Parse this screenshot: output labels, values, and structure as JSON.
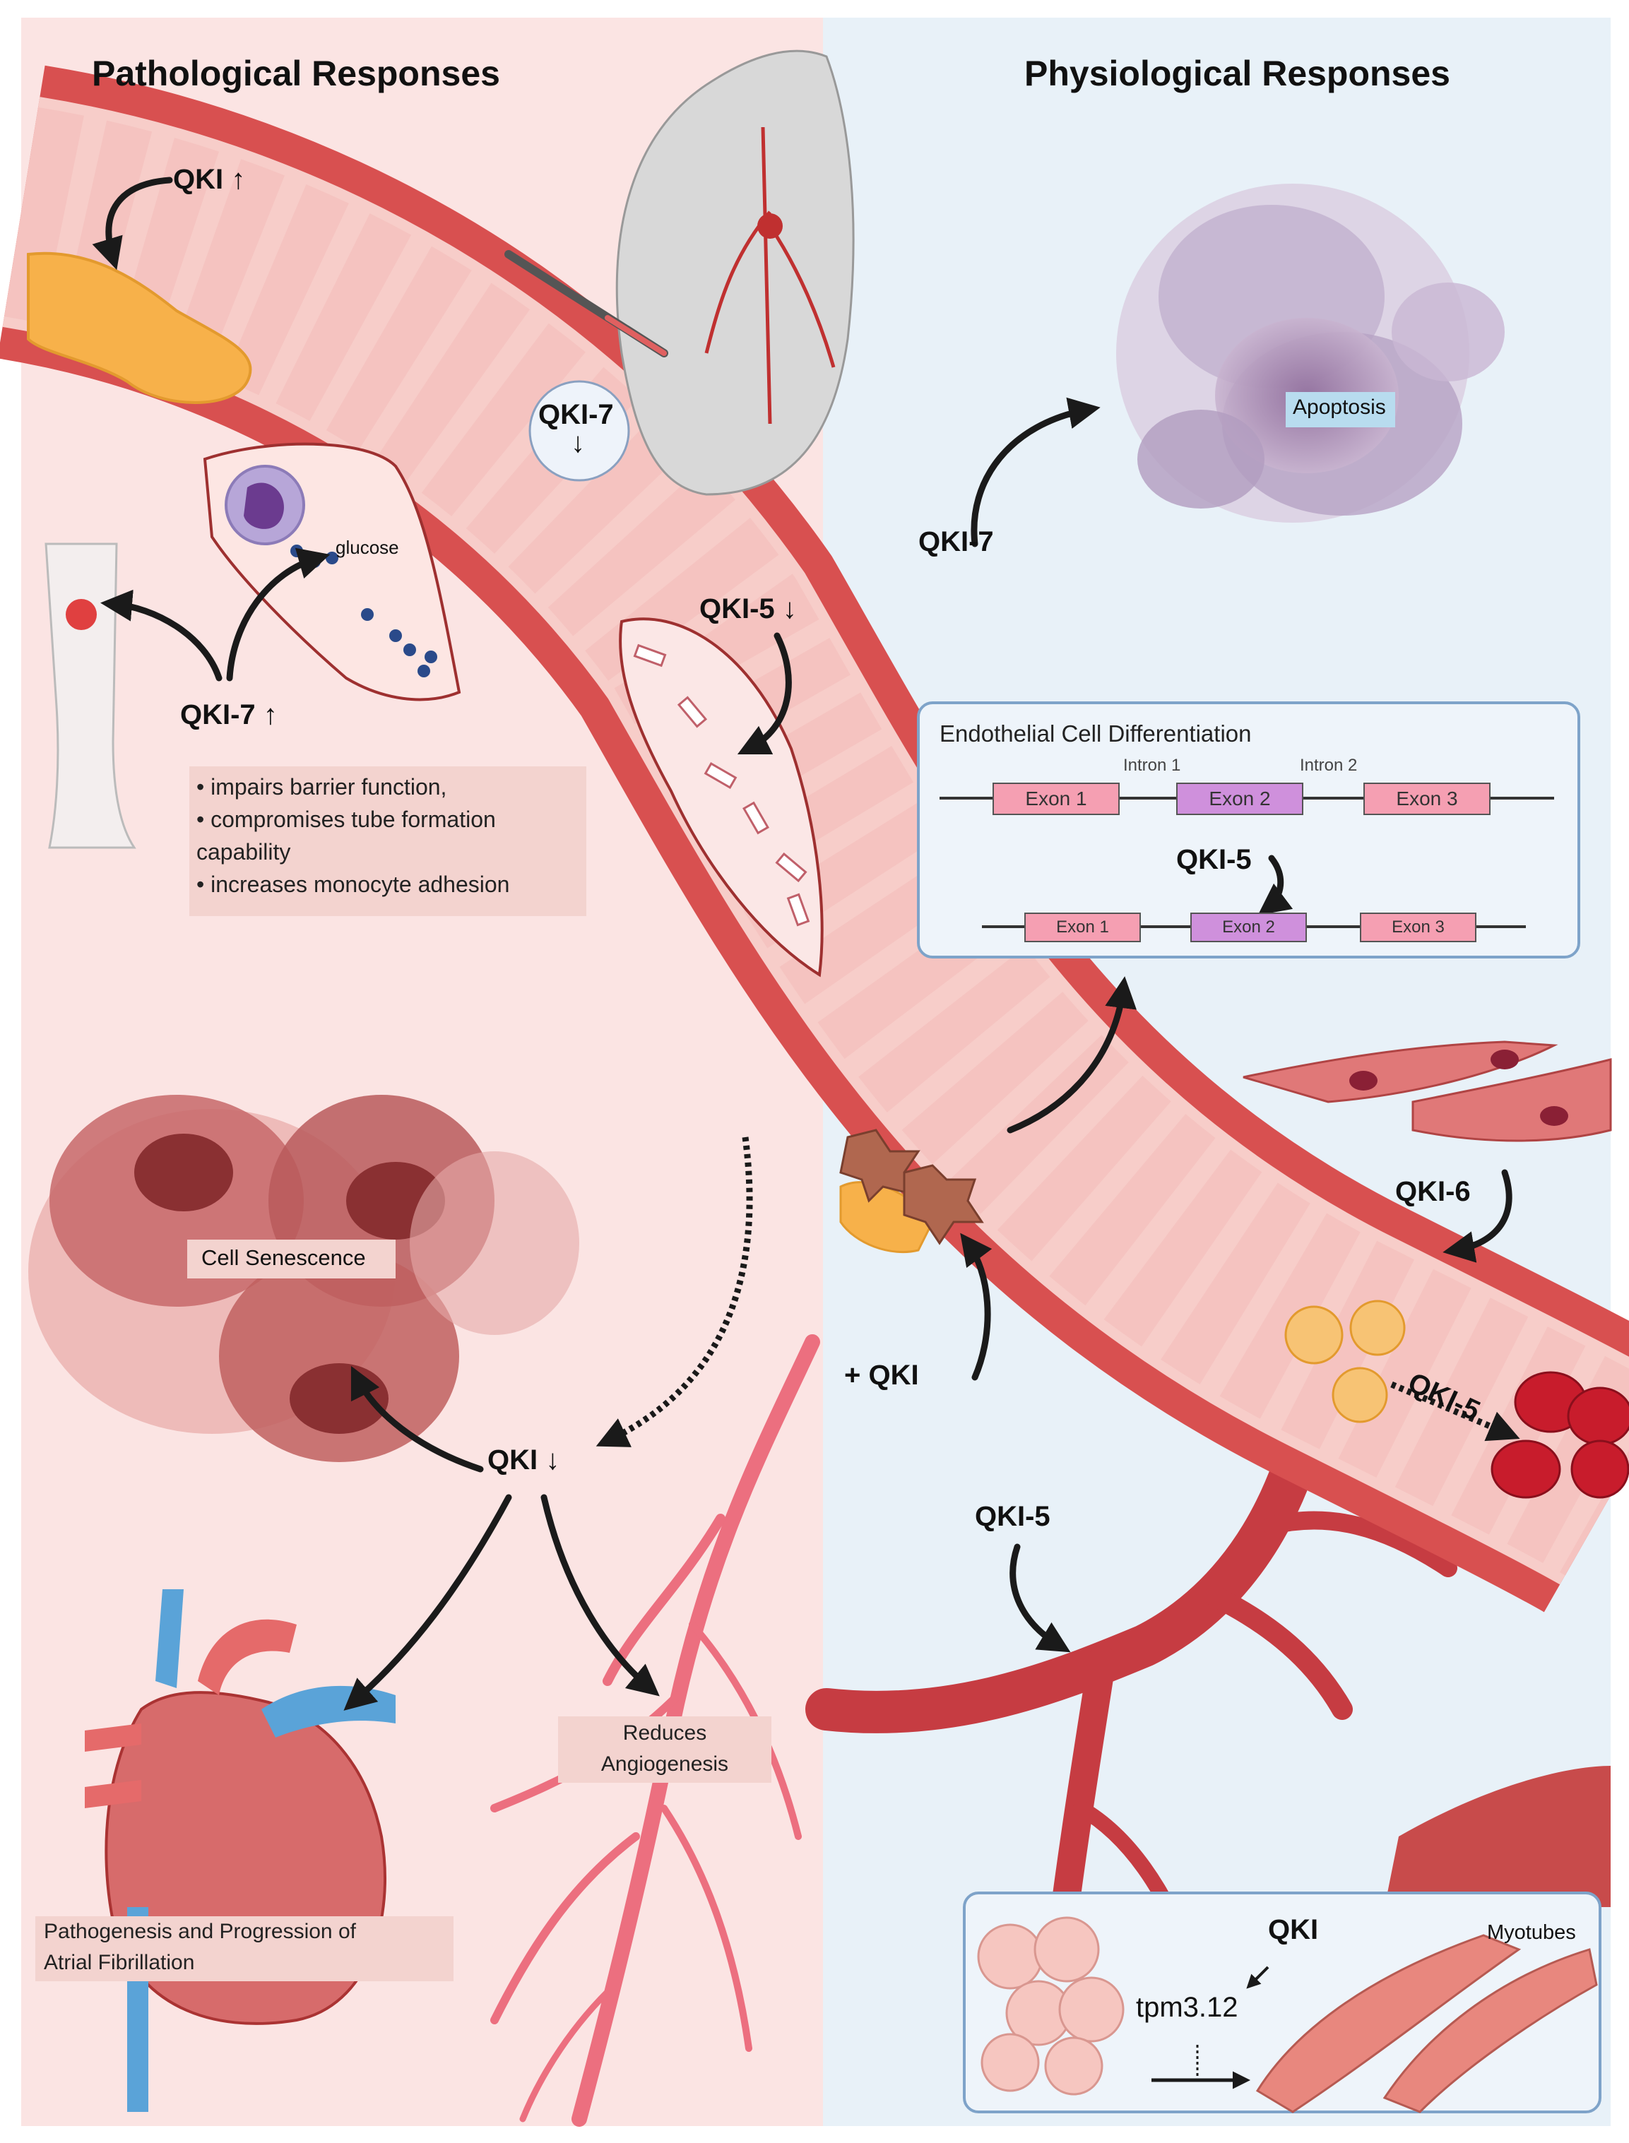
{
  "left_title": "Pathological Responses",
  "right_title": "Physiological Responses",
  "labels": {
    "qki_up_top": "QKI ↑",
    "qki7_mouse": "QKI-7",
    "qki7_mouse_arrow": "↓",
    "glucose": "glucose",
    "qki5_down": "QKI-5 ↓",
    "qki7_up": "QKI-7 ↑",
    "qki7_apoptosis": "QKI-7",
    "apoptosis": "Apoptosis",
    "cell_senescence": "Cell  Senescence",
    "qki_down": "QKI ↓",
    "plus_qki": "+ QKI",
    "qki6": "QKI-6",
    "qki5_rbc": "QKI-5",
    "qki5_vessel": "QKI-5",
    "reduces_angiogenesis_1": "Reduces",
    "reduces_angiogenesis_2": "Angiogenesis",
    "af_1": "Pathogenesis and Progression of",
    "af_2": "Atrial Fibrillation",
    "qki_myo": "QKI",
    "tpm": "tpm3.12",
    "myotubes": "Myotubes"
  },
  "impairs_list": [
    "• impairs barrier function,",
    "• compromises tube formation",
    "capability",
    "• increases monocyte adhesion"
  ],
  "ecd": {
    "title": "Endothelial Cell Differentiation",
    "intron1": "Intron 1",
    "intron2": "Intron 2",
    "exon1": "Exon 1",
    "exon2": "Exon 2",
    "exon3": "Exon 3",
    "qki5": "QKI-5"
  },
  "colors": {
    "left_bg": "#fbe4e3",
    "right_bg": "#e7f1f8",
    "vessel": "#d95757",
    "vessel_inner": "#f6c9c6",
    "apoptosis_cell": "#a98bb2",
    "senescence_cell": "#b9585a",
    "exon_pink": "#f59fb2",
    "exon_purple": "#cf90dc",
    "box_fill": "#f3d3cf",
    "panel_border": "#7ea3c9"
  }
}
